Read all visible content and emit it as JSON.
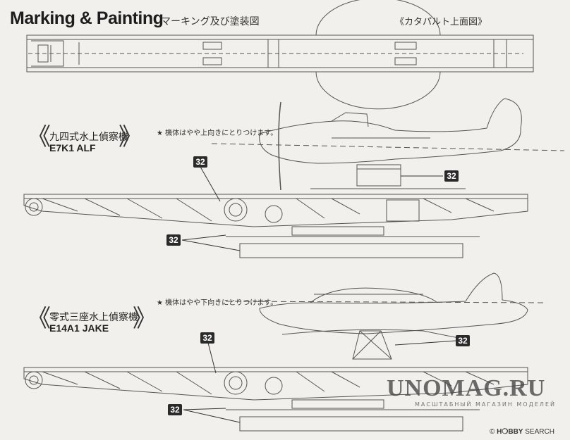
{
  "header": {
    "title": "Marking & Painting",
    "title_jp": "マーキング及び塗装図",
    "catapult_top_view": "《カタパルト上面図》"
  },
  "aircraft": [
    {
      "name_jp": "九四式水上偵察機",
      "name_en": "E7K1 ALF",
      "note": "★ 機体はやや上向きにとりつけます。",
      "callouts": [
        "32",
        "32",
        "32"
      ]
    },
    {
      "name_jp": "零式三座水上偵察機",
      "name_en": "E14A1 JAKE",
      "note": "★ 機体はやや下向きにとりつけます。",
      "callouts": [
        "32",
        "32",
        "32"
      ]
    }
  ],
  "brackets": {
    "left": "《",
    "right": "》"
  },
  "watermark": {
    "main": "UNOMAG.RU",
    "sub": "МАСШТАБНЫЙ МАГАЗИН МОДЕЛЕЙ"
  },
  "logo": {
    "brand": "H❍BBY",
    "suffix": "SEARCH",
    "mark": "©"
  },
  "colors": {
    "paper": "#f1f0ec",
    "ink": "#2a2a2a",
    "callout_bg": "#2a2a2a"
  }
}
